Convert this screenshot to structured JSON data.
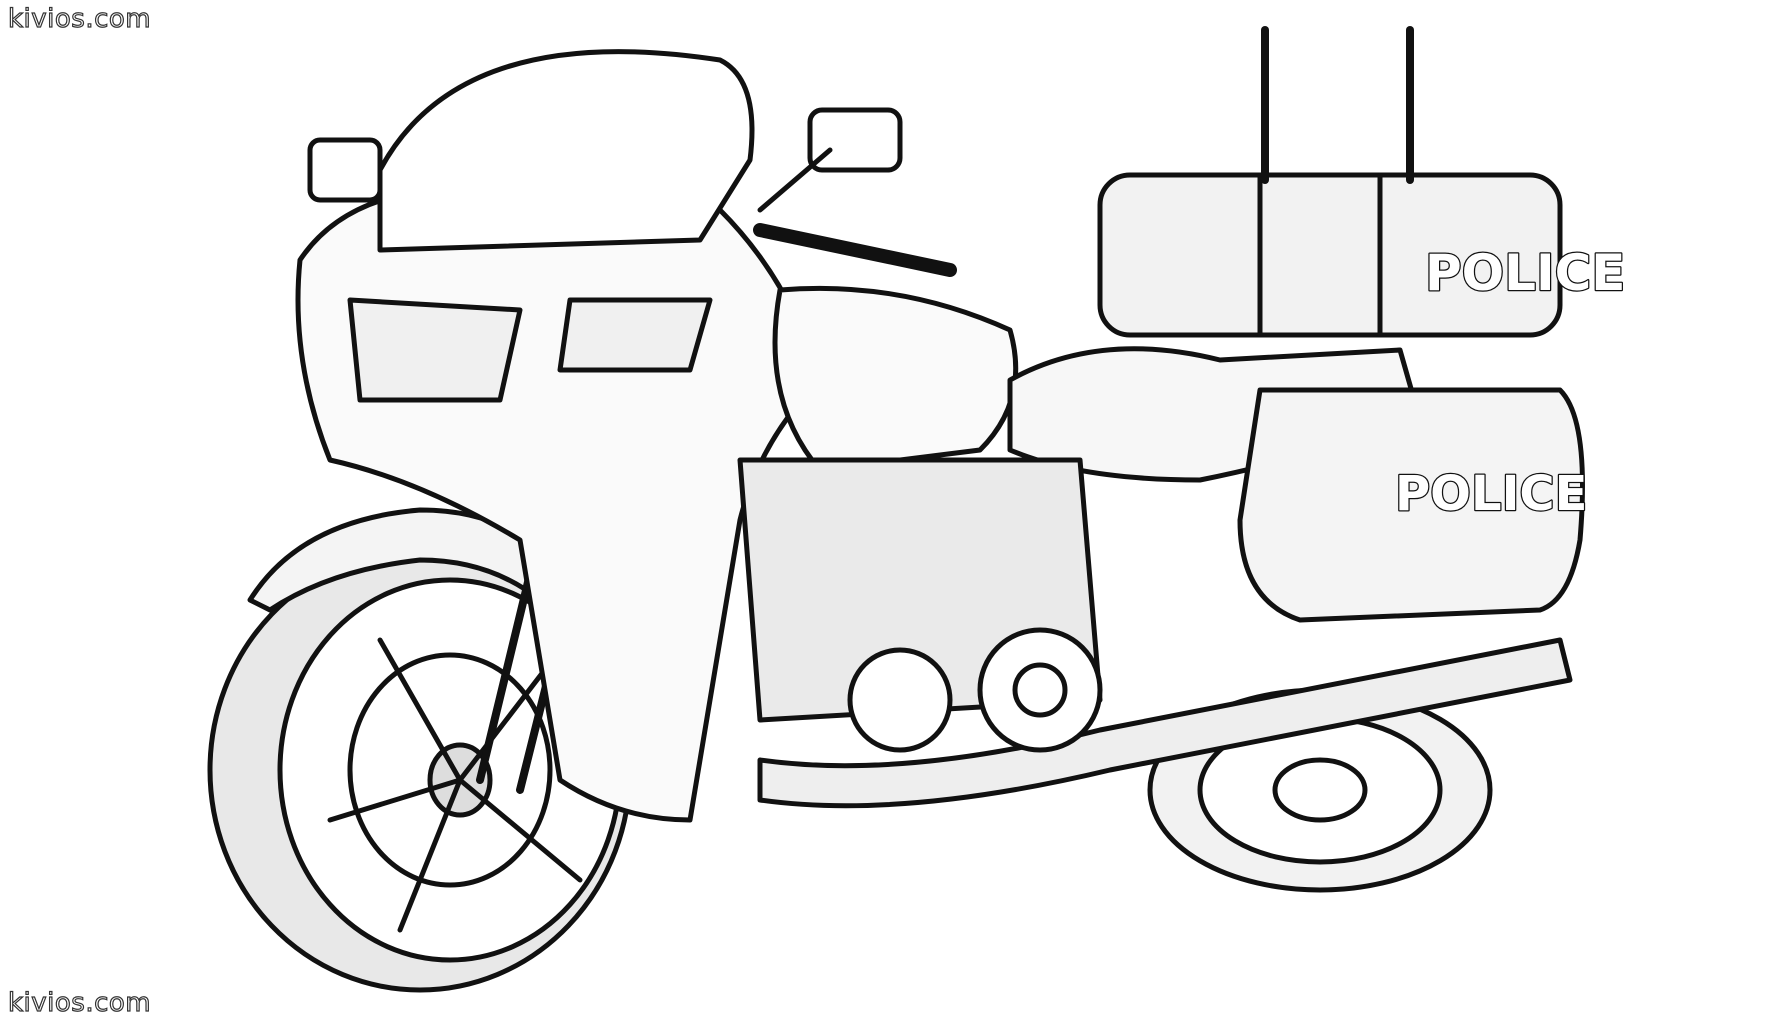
{
  "watermarks": {
    "top": "kivios.com",
    "bottom": "kivios.com"
  },
  "illustration": {
    "subject": "police motorcycle coloring page",
    "style": "black-and-white line art",
    "labels": {
      "top_box": "POLICE",
      "side_case": "POLICE"
    }
  },
  "colors": {
    "background": "#ffffff",
    "line": "#111111",
    "shade": "#e6e6e6"
  }
}
